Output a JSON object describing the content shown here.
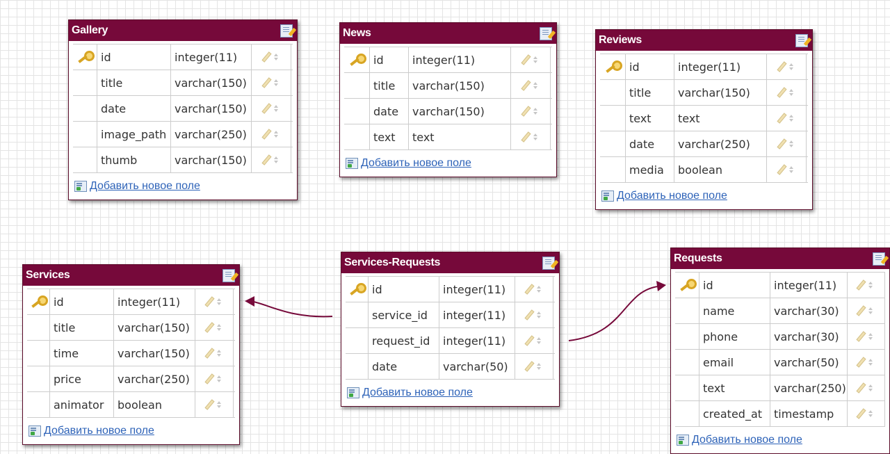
{
  "add_field_label": "Добавить новое поле",
  "colors": {
    "header": "#76093a",
    "link": "#2e63b8",
    "relation": "#76093a"
  },
  "tables": {
    "gallery": {
      "name": "Gallery",
      "fields": [
        {
          "name": "id",
          "type": "integer(11)",
          "primary": true
        },
        {
          "name": "title",
          "type": "varchar(150)"
        },
        {
          "name": "date",
          "type": "varchar(150)"
        },
        {
          "name": "image_path",
          "type": "varchar(250)"
        },
        {
          "name": "thumb",
          "type": "varchar(150)"
        }
      ]
    },
    "news": {
      "name": "News",
      "fields": [
        {
          "name": "id",
          "type": "integer(11)",
          "primary": true
        },
        {
          "name": "title",
          "type": "varchar(150)"
        },
        {
          "name": "date",
          "type": "varchar(150)"
        },
        {
          "name": "text",
          "type": "text"
        }
      ]
    },
    "reviews": {
      "name": "Reviews",
      "fields": [
        {
          "name": "id",
          "type": "integer(11)",
          "primary": true
        },
        {
          "name": "title",
          "type": "varchar(150)"
        },
        {
          "name": "text",
          "type": "text"
        },
        {
          "name": "date",
          "type": "varchar(250)"
        },
        {
          "name": "media",
          "type": "boolean"
        }
      ]
    },
    "services": {
      "name": "Services",
      "fields": [
        {
          "name": "id",
          "type": "integer(11)",
          "primary": true
        },
        {
          "name": "title",
          "type": "varchar(150)"
        },
        {
          "name": "time",
          "type": "varchar(150)"
        },
        {
          "name": "price",
          "type": "varchar(250)"
        },
        {
          "name": "animator",
          "type": "boolean"
        }
      ]
    },
    "services_requests": {
      "name": "Services-Requests",
      "fields": [
        {
          "name": "id",
          "type": "integer(11)",
          "primary": true
        },
        {
          "name": "service_id",
          "type": "integer(11)"
        },
        {
          "name": "request_id",
          "type": "integer(11)"
        },
        {
          "name": "date",
          "type": "varchar(50)"
        }
      ]
    },
    "requests": {
      "name": "Requests",
      "fields": [
        {
          "name": "id",
          "type": "integer(11)",
          "primary": true
        },
        {
          "name": "name",
          "type": "varchar(30)"
        },
        {
          "name": "phone",
          "type": "varchar(30)"
        },
        {
          "name": "email",
          "type": "varchar(50)"
        },
        {
          "name": "text",
          "type": "varchar(250)"
        },
        {
          "name": "created_at",
          "type": "timestamp"
        }
      ]
    }
  },
  "relations": [
    {
      "from": "services_requests.service_id",
      "to": "services.id"
    },
    {
      "from": "services_requests.request_id",
      "to": "requests.id"
    }
  ]
}
